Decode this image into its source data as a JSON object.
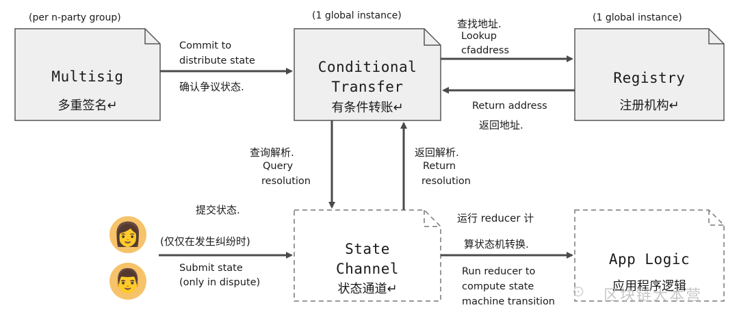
{
  "boxes": {
    "multisig": {
      "title": "Multisig",
      "zh": "多重签名↵",
      "caption": "(per n-party group)"
    },
    "conditional_transfer": {
      "title_line1": "Conditional",
      "title_line2": "Transfer",
      "zh": "有条件转账↵",
      "caption": "(1 global instance)"
    },
    "registry": {
      "title": "Registry",
      "zh": "注册机构↵",
      "caption": "(1 global instance)"
    },
    "state_channel": {
      "title_line1": "State",
      "title_line2": "Channel",
      "zh": "状态通道↵"
    },
    "app_logic": {
      "title": "App Logic",
      "zh": "应用程序逻辑"
    }
  },
  "arrows": {
    "commit": {
      "en_line1": "Commit to",
      "en_line2": "distribute state",
      "zh": "确认争议状态."
    },
    "lookup": {
      "zh": "查找地址.",
      "en_line1": "Lookup",
      "en_line2": "cfaddress"
    },
    "return_address": {
      "en": "Return address",
      "zh": "返回地址."
    },
    "query": {
      "zh": "查询解析.",
      "en_line1": "Query",
      "en_line2": "resolution"
    },
    "return_resolution": {
      "zh": "返回解析.",
      "en_line1": "Return",
      "en_line2": "resolution"
    },
    "submit": {
      "zh_line1": "提交状态.",
      "zh_line2": "(仅仅在发生纠纷时)",
      "en_line1": "Submit state",
      "en_line2": "(only in dispute)"
    },
    "run_reducer": {
      "zh_line1": "运行 reducer 计",
      "zh_line2": "算状态机转换.",
      "en_line1": "Run reducer to",
      "en_line2": "compute state",
      "en_line3": "machine transition"
    }
  },
  "avatars": [
    {
      "name": "woman",
      "glyph": "👩"
    },
    {
      "name": "man",
      "glyph": "👨"
    }
  ],
  "watermark": {
    "text": "区块链大本营"
  },
  "colors": {
    "box_fill": "#efefef",
    "box_stroke": "#555555",
    "arrow": "#4a4a4a",
    "dashed": "#777777"
  }
}
